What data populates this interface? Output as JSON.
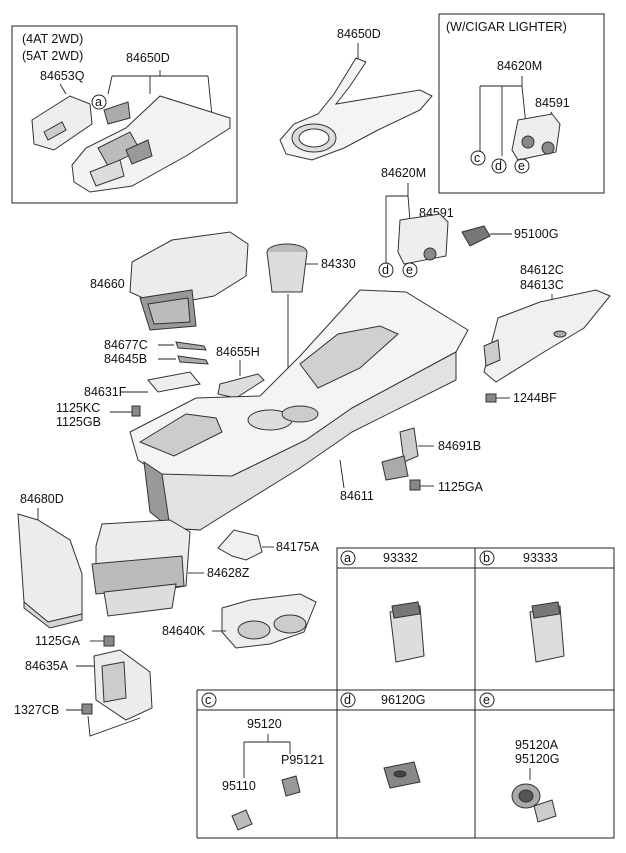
{
  "inset_top_left": {
    "variant_1": "(4AT 2WD)",
    "variant_2": "(5AT 2WD)",
    "labels": [
      "84653Q",
      "84650D"
    ]
  },
  "inset_top_right": {
    "title": "(W/CIGAR LIGHTER)",
    "labels": [
      "84620M",
      "84591"
    ]
  },
  "main_labels": [
    "84650D",
    "84620M",
    "84591",
    "95100G",
    "84660",
    "84330",
    "84612C",
    "84613C",
    "84677C",
    "84645B",
    "84655H",
    "84631F",
    "1125KC",
    "1125GB",
    "1244BF",
    "84691B",
    "84611",
    "1125GA",
    "84680D",
    "84175A",
    "84628Z",
    "84640K",
    "1125GA",
    "84635A",
    "1327CB"
  ],
  "callout_letters": [
    "a",
    "b",
    "c",
    "d",
    "e"
  ],
  "grid_panels": [
    {
      "letter": "a",
      "code": "93332"
    },
    {
      "letter": "b",
      "code": "93333"
    },
    {
      "letter": "c",
      "code": "95120",
      "sub": [
        "P95121",
        "95110"
      ]
    },
    {
      "letter": "d",
      "code": "96120G"
    },
    {
      "letter": "e",
      "code": "95120A",
      "code2": "95120G"
    }
  ]
}
